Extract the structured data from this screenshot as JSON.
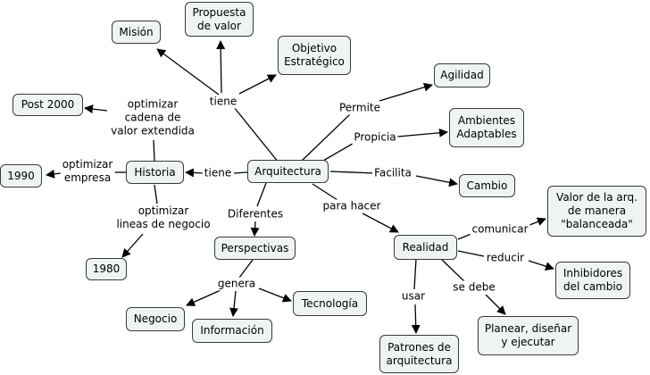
{
  "nodes": {
    "mision": "Misión",
    "propuesta": "Propuesta\nde valor",
    "objetivo": "Objetivo\nEstratégico",
    "agilidad": "Agilidad",
    "post2000": "Post 2000",
    "ambientes": "Ambientes\nAdaptables",
    "y1990": "1990",
    "historia": "Historia",
    "arquitectura": "Arquitectura",
    "cambio": "Cambio",
    "valor": "Valor de la arq.\nde manera\n\"balanceada\"",
    "perspectivas": "Perspectivas",
    "realidad": "Realidad",
    "y1980": "1980",
    "inhibidores": "Inhibidores\ndel cambio",
    "negocio": "Negocio",
    "informacion": "Información",
    "tecnologia": "Tecnología",
    "planear": "Planear, diseñar\ny ejecutar",
    "patrones": "Patrones de\narquitectura"
  },
  "links": {
    "tiene_top": "tiene",
    "permite": "Permite",
    "propicia": "Propicia",
    "facilita": "Facilita",
    "tiene_left": "tiene",
    "optimizar_cadena": "optimizar\ncadena de\nvalor extendida",
    "optimizar_empresa": "optimizar\nempresa",
    "optimizar_lineas": "optimizar\nlineas de negocio",
    "diferentes": "Diferentes",
    "para_hacer": "para hacer",
    "comunicar": "comunicar",
    "reducir": "reducir",
    "genera": "genera",
    "usar": "usar",
    "se_debe": "se debe"
  },
  "colors": {
    "node_fill": "#eef3f3",
    "line": "#000000"
  }
}
